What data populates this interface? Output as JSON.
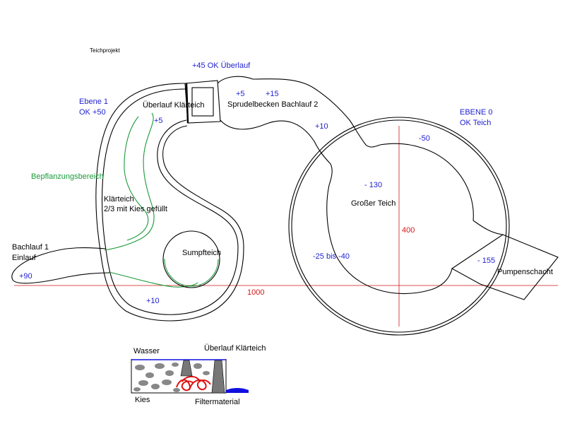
{
  "title": "Teichprojekt",
  "labels": {
    "ok_ueberlauf": "+45 OK Überlauf",
    "ebene1_line1": "Ebene 1",
    "ebene1_line2": "OK +50",
    "ueberlauf_klaerteich": "Überlauf Klärteich",
    "plus5_small": "+5",
    "sprudel_plus5": "+5",
    "sprudel_plus15": "+15",
    "sprudelbecken": "Sprudelbecken Bachlauf 2",
    "plus10_top": "+10",
    "ebene0_line1": "EBENE 0",
    "ebene0_line2": "OK Teich",
    "minus50": "-50",
    "bepflanzung": "Bepflanzungsbereich",
    "klaerteich_line1": "Klärteich",
    "klaerteich_line2": "2/3 mit Kies gefüllt",
    "minus130": "- 130",
    "grosser_teich": "Großer Teich",
    "dim400": "400",
    "bachlauf1_line1": "Bachlauf 1",
    "bachlauf1_line2": "Einlauf",
    "plus90": "+90",
    "sumpfteich": "Sumpfteich",
    "minus25_40": "-25 bis -40",
    "minus155": "- 155",
    "pumpenschacht": "Pumpenschacht",
    "dim1000": "1000",
    "plus10_bottom": "+10",
    "detail_wasser": "Wasser",
    "detail_ueberlauf": "Überlauf Klärteich",
    "detail_kies": "Kies",
    "detail_filter": "Filtermaterial"
  },
  "colors": {
    "outline": "#000000",
    "planting": "#1a9a3a",
    "dimension": "#d01818",
    "level_text": "#1f1fd0",
    "water": "#1010e0",
    "gravel": "#888888",
    "filter": "#e01010"
  }
}
